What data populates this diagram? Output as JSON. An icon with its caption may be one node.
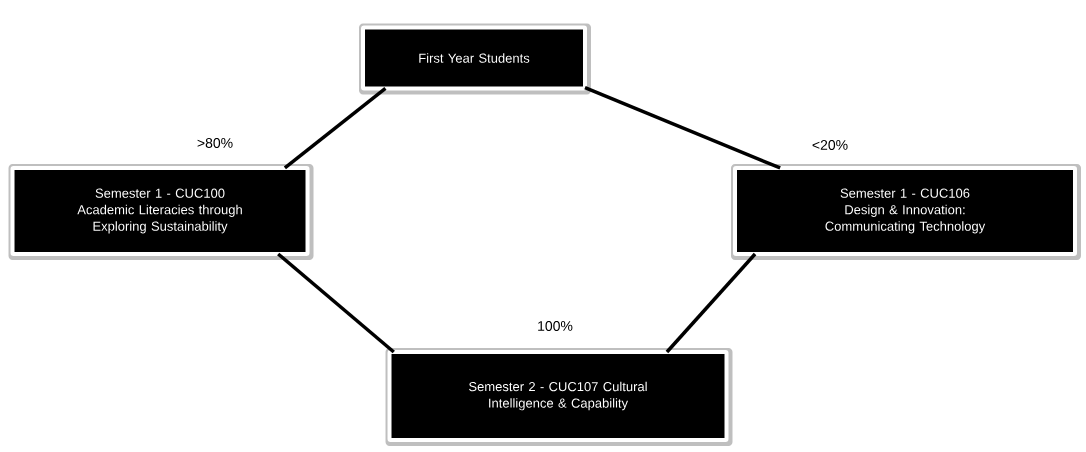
{
  "diagram": {
    "nodes": [
      {
        "text": [
          "First Year Students"
        ]
      },
      {
        "text": [
          "Semester 1 - CUC100 Academic Literacies through Exploring Sustainability"
        ]
      },
      {
        "text": [
          "Semester 1 - CUC106 Design & Innovation: Communicating Technology"
        ]
      },
      {
        "text": [
          "Semester 2 - CUC107 Cultural Intelligence & Capability"
        ]
      }
    ],
    "edges": [
      {
        "from": 0,
        "to": 1,
        "arrow": "none",
        "label": ">80%"
      },
      {
        "from": 0,
        "to": 2,
        "arrow": "none",
        "label": "<20%"
      },
      {
        "from": 1,
        "to": 3,
        "arrow": "none"
      },
      {
        "from": 2,
        "to": 3,
        "arrow": "none"
      }
    ],
    "labels": [
      "100%"
    ]
  }
}
